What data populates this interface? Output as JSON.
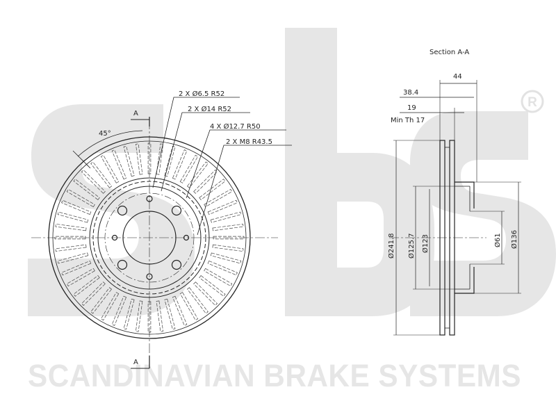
{
  "watermark": {
    "brand_text": "sbs",
    "tagline": "SCANDINAVIAN BRAKE SYSTEMS",
    "registered_mark": "®",
    "color": "#e6e6e6"
  },
  "colors": {
    "line": "#222222",
    "dim": "#333333"
  },
  "front_view": {
    "section_marker": "A",
    "angle_label": "45°",
    "callouts": [
      {
        "text": "2 X Ø6.5 R52"
      },
      {
        "text": "2 X Ø14 R52"
      },
      {
        "text": "4 X Ø12.7 R50"
      },
      {
        "text": "2 X M8 R43.5"
      }
    ]
  },
  "section_view": {
    "title": "Section A-A",
    "dimensions": {
      "width_44": "44",
      "width_38_4": "38.4",
      "thickness_19": "19",
      "min_thickness": "Min Th 17",
      "dia_241_8": "Ø241.8",
      "dia_125_7": "Ø125.7",
      "dia_123": "Ø123",
      "dia_61": "Ø61",
      "dia_136": "Ø136"
    }
  }
}
